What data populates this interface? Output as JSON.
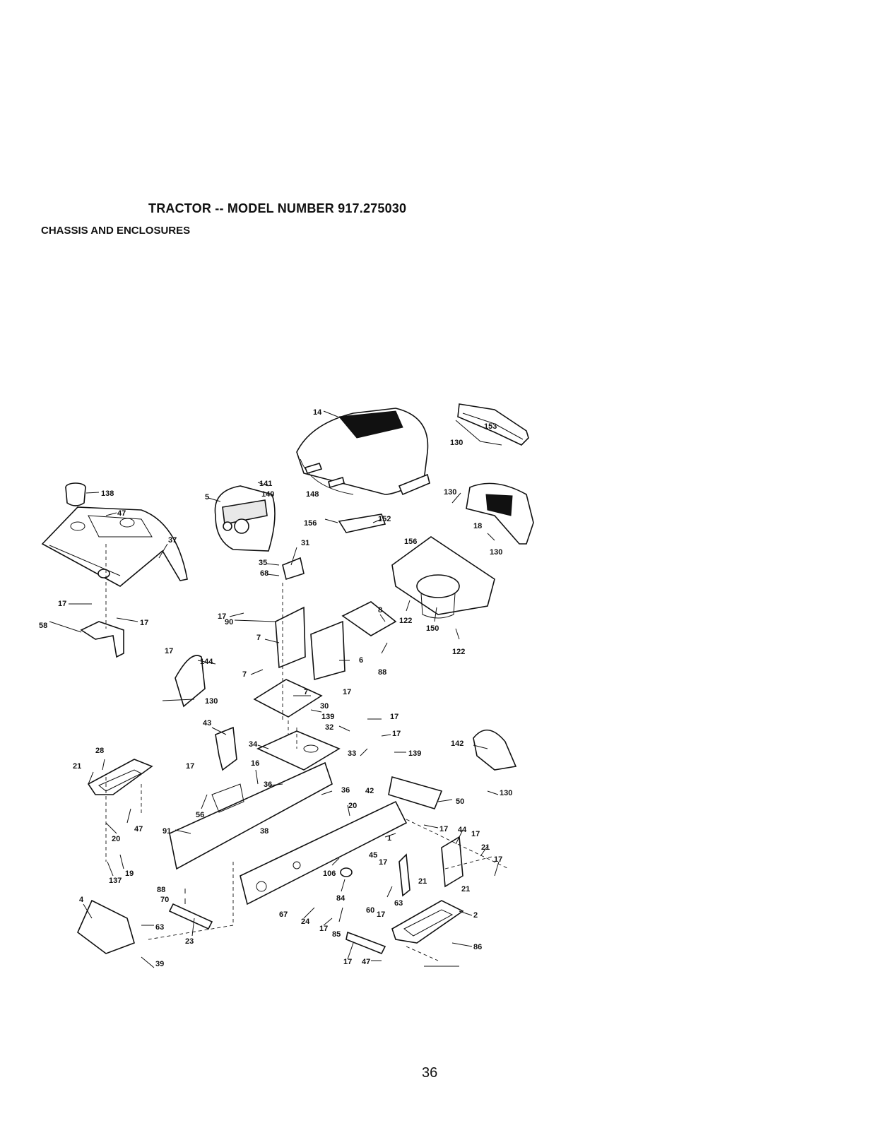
{
  "header": {
    "title": "TRACTOR -- MODEL NUMBER 917.275030",
    "section": "CHASSIS AND ENCLOSURES"
  },
  "diagram": {
    "callouts": [
      "14",
      "153",
      "130",
      "141",
      "140",
      "148",
      "5",
      "138",
      "47",
      "37",
      "156",
      "152",
      "156",
      "130",
      "18",
      "130",
      "68",
      "35",
      "31",
      "8",
      "122",
      "150",
      "122",
      "17",
      "17",
      "17",
      "58",
      "90",
      "7",
      "7",
      "6",
      "88",
      "17",
      "144",
      "7",
      "17",
      "130",
      "30",
      "139",
      "32",
      "17",
      "17",
      "43",
      "34",
      "33",
      "139",
      "142",
      "28",
      "16",
      "36",
      "36",
      "21",
      "17",
      "42",
      "50",
      "20",
      "56",
      "47",
      "130",
      "91",
      "38",
      "17",
      "44",
      "17",
      "1",
      "21",
      "17",
      "45",
      "17",
      "106",
      "21",
      "21",
      "20",
      "19",
      "137",
      "88",
      "70",
      "84",
      "63",
      "60",
      "17",
      "67",
      "24",
      "2",
      "4",
      "63",
      "17",
      "85",
      "23",
      "86",
      "39",
      "17",
      "47"
    ]
  },
  "footer": {
    "page_number": "36"
  }
}
